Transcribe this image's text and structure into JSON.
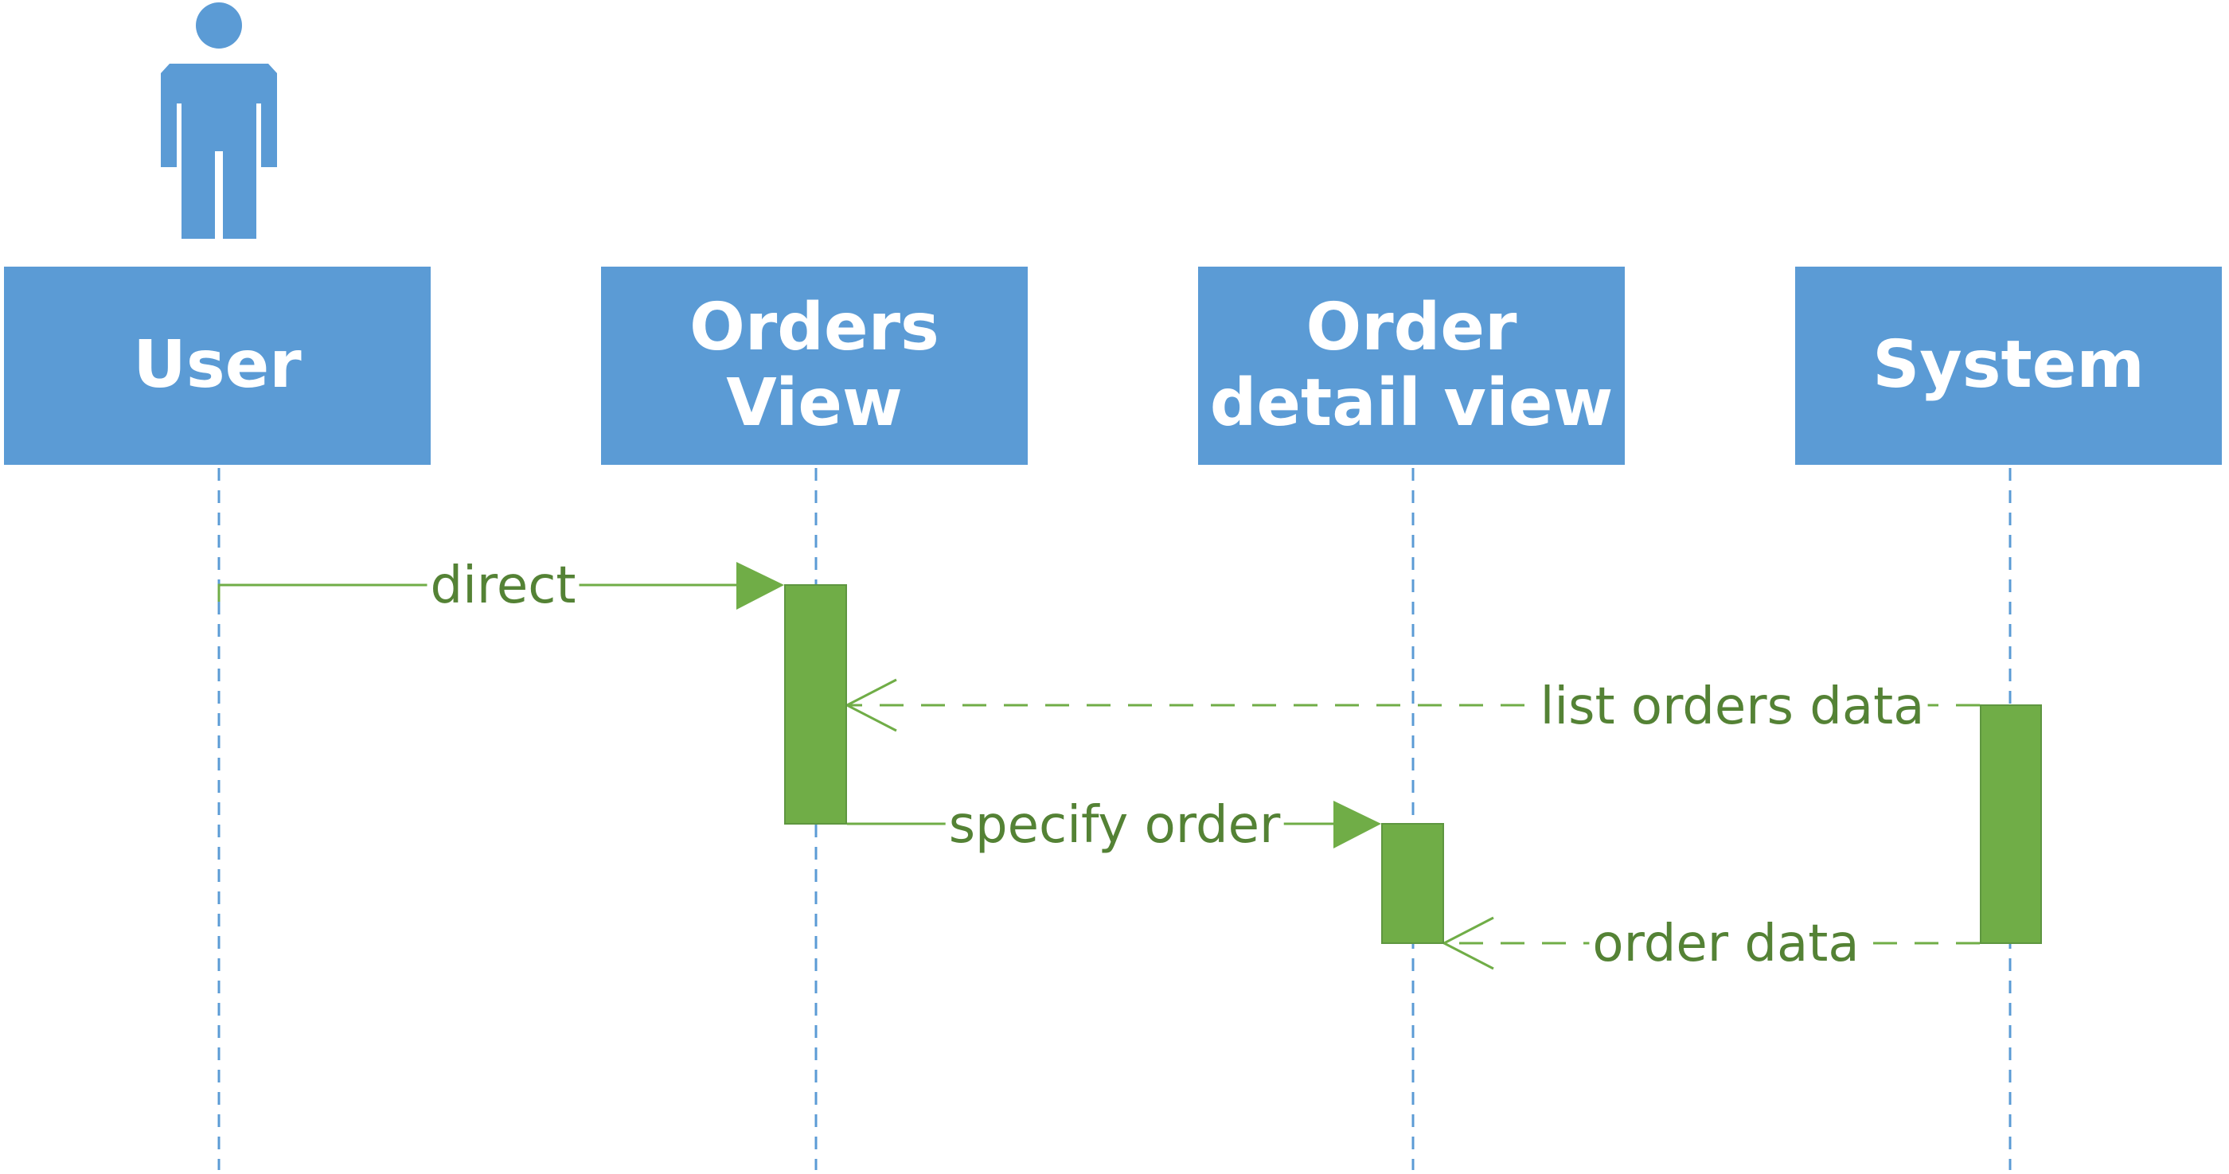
{
  "participants": {
    "user": "User",
    "orders_view": "Orders\nView",
    "order_detail_view": "Order\ndetail view",
    "system": "System"
  },
  "messages": {
    "direct": "direct",
    "list_orders_data": "list orders data",
    "specify_order": "specify order",
    "order_data": "order data"
  },
  "colors": {
    "participant": "#5b9bd5",
    "lifeline": "#5b9bd5",
    "activation": "#70ad47",
    "message": "#548235"
  }
}
